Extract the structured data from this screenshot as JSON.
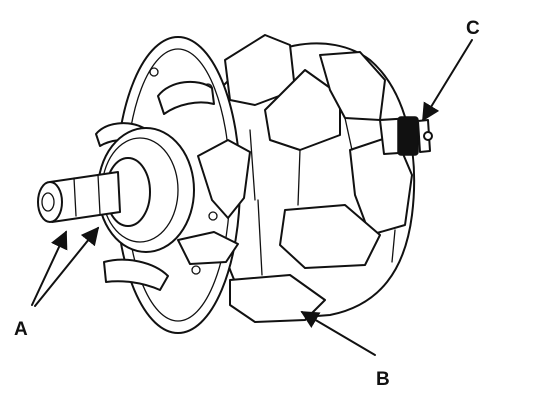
{
  "figure": {
    "labels": {
      "a": "A",
      "b": "B",
      "c": "C"
    },
    "colors": {
      "ink": "#111111",
      "paper": "#ffffff"
    }
  }
}
